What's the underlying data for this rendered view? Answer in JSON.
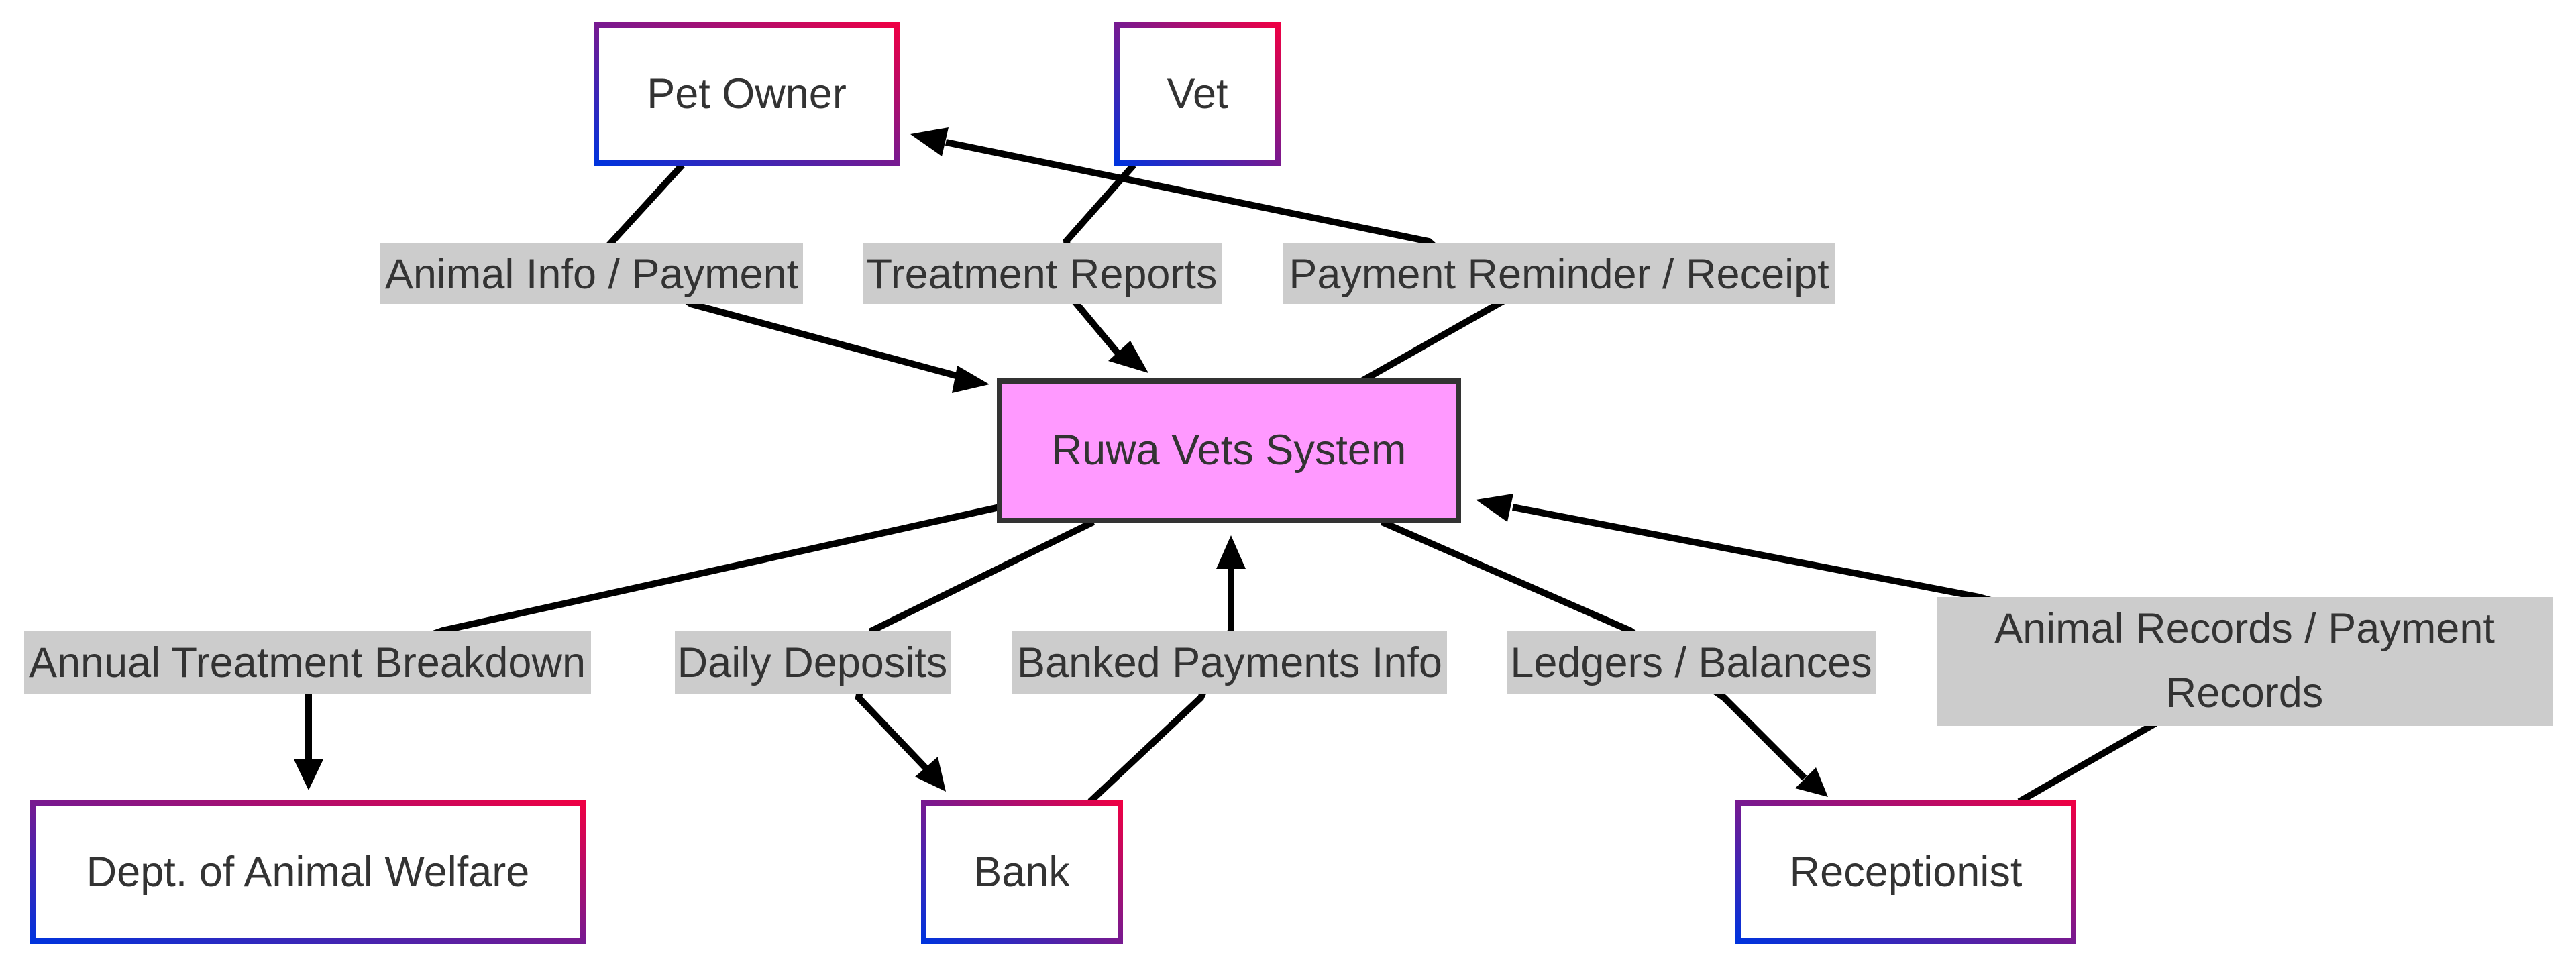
{
  "diagram": {
    "colors": {
      "central_fill": "#ff99ff",
      "central_stroke": "#333333",
      "entity_fill": "#ffffff",
      "entity_gradient_start": "#0033dd",
      "entity_gradient_end": "#ee0044",
      "label_bg": "#cccccc",
      "edge": "#000000",
      "text": "#333333"
    },
    "nodes": {
      "pet_owner": "Pet Owner",
      "vet": "Vet",
      "system": "Ruwa Vets System",
      "welfare": "Dept. of Animal Welfare",
      "bank": "Bank",
      "receptionist": "Receptionist"
    },
    "edges": {
      "animal_info": "Animal Info / Payment",
      "treatment_reports": "Treatment Reports",
      "payment_reminder": "Payment Reminder / Receipt",
      "annual_breakdown": "Annual Treatment Breakdown",
      "daily_deposits": "Daily Deposits",
      "banked_payments": "Banked Payments Info",
      "ledgers": "Ledgers / Balances",
      "animal_records_line1": "Animal Records / Payment",
      "animal_records_line2": "Records"
    }
  }
}
